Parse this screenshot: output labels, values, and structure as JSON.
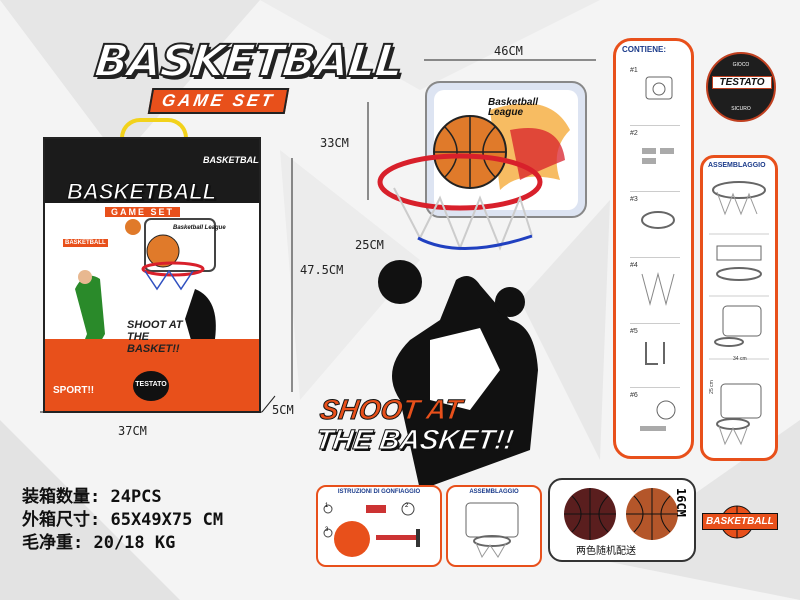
{
  "logo": {
    "title": "BASKETBALL",
    "subtitle": "GAME SET"
  },
  "dimensions": {
    "width": "46CM",
    "height": "33CM",
    "rim": "25CM",
    "box_height": "47.5CM",
    "box_width": "37CM",
    "box_depth": "5CM"
  },
  "box": {
    "title": "BASKETBALL",
    "subtitle": "GAME SET",
    "brand": "BASKETBALL",
    "shoot": "SHOOT AT THE BASKET!!",
    "sport": "SPORT!!",
    "badge": "TESTATO",
    "board_text": "Basketball League",
    "corner_badge": "BASKETBALL"
  },
  "backboard_text": "Basketball League",
  "slogan": {
    "line1": "SHOOT AT",
    "line2": "THE BASKET!!"
  },
  "contents": {
    "title": "CONTIENE:",
    "steps": [
      "#1",
      "#2",
      "#3",
      "#4",
      "#5",
      "#6"
    ]
  },
  "assembly": {
    "title": "ASSEMBLAGGIO",
    "label_a": "34 cm",
    "label_b": "25 cm"
  },
  "badge": {
    "top": "GIOCO",
    "text": "TESTATO",
    "bottom": "SICURO"
  },
  "info": {
    "line1": "装箱数量: 24PCS",
    "line2": "外箱尺寸: 65X49X75 CM",
    "line3": "毛净重: 20/18 KG"
  },
  "instructions": {
    "title": "ISTRUZIONI DI GONFIAGGIO",
    "assembly_title": "ASSEMBLAGGIO",
    "step1": "1",
    "step2": "2",
    "step3": "3"
  },
  "balls": {
    "caption": "两色随机配送",
    "size": "16CM"
  },
  "corner_logo": "BASKETBALL",
  "colors": {
    "accent": "#e8501b",
    "dark": "#1b1b1b",
    "navy": "#1a3a8a"
  }
}
